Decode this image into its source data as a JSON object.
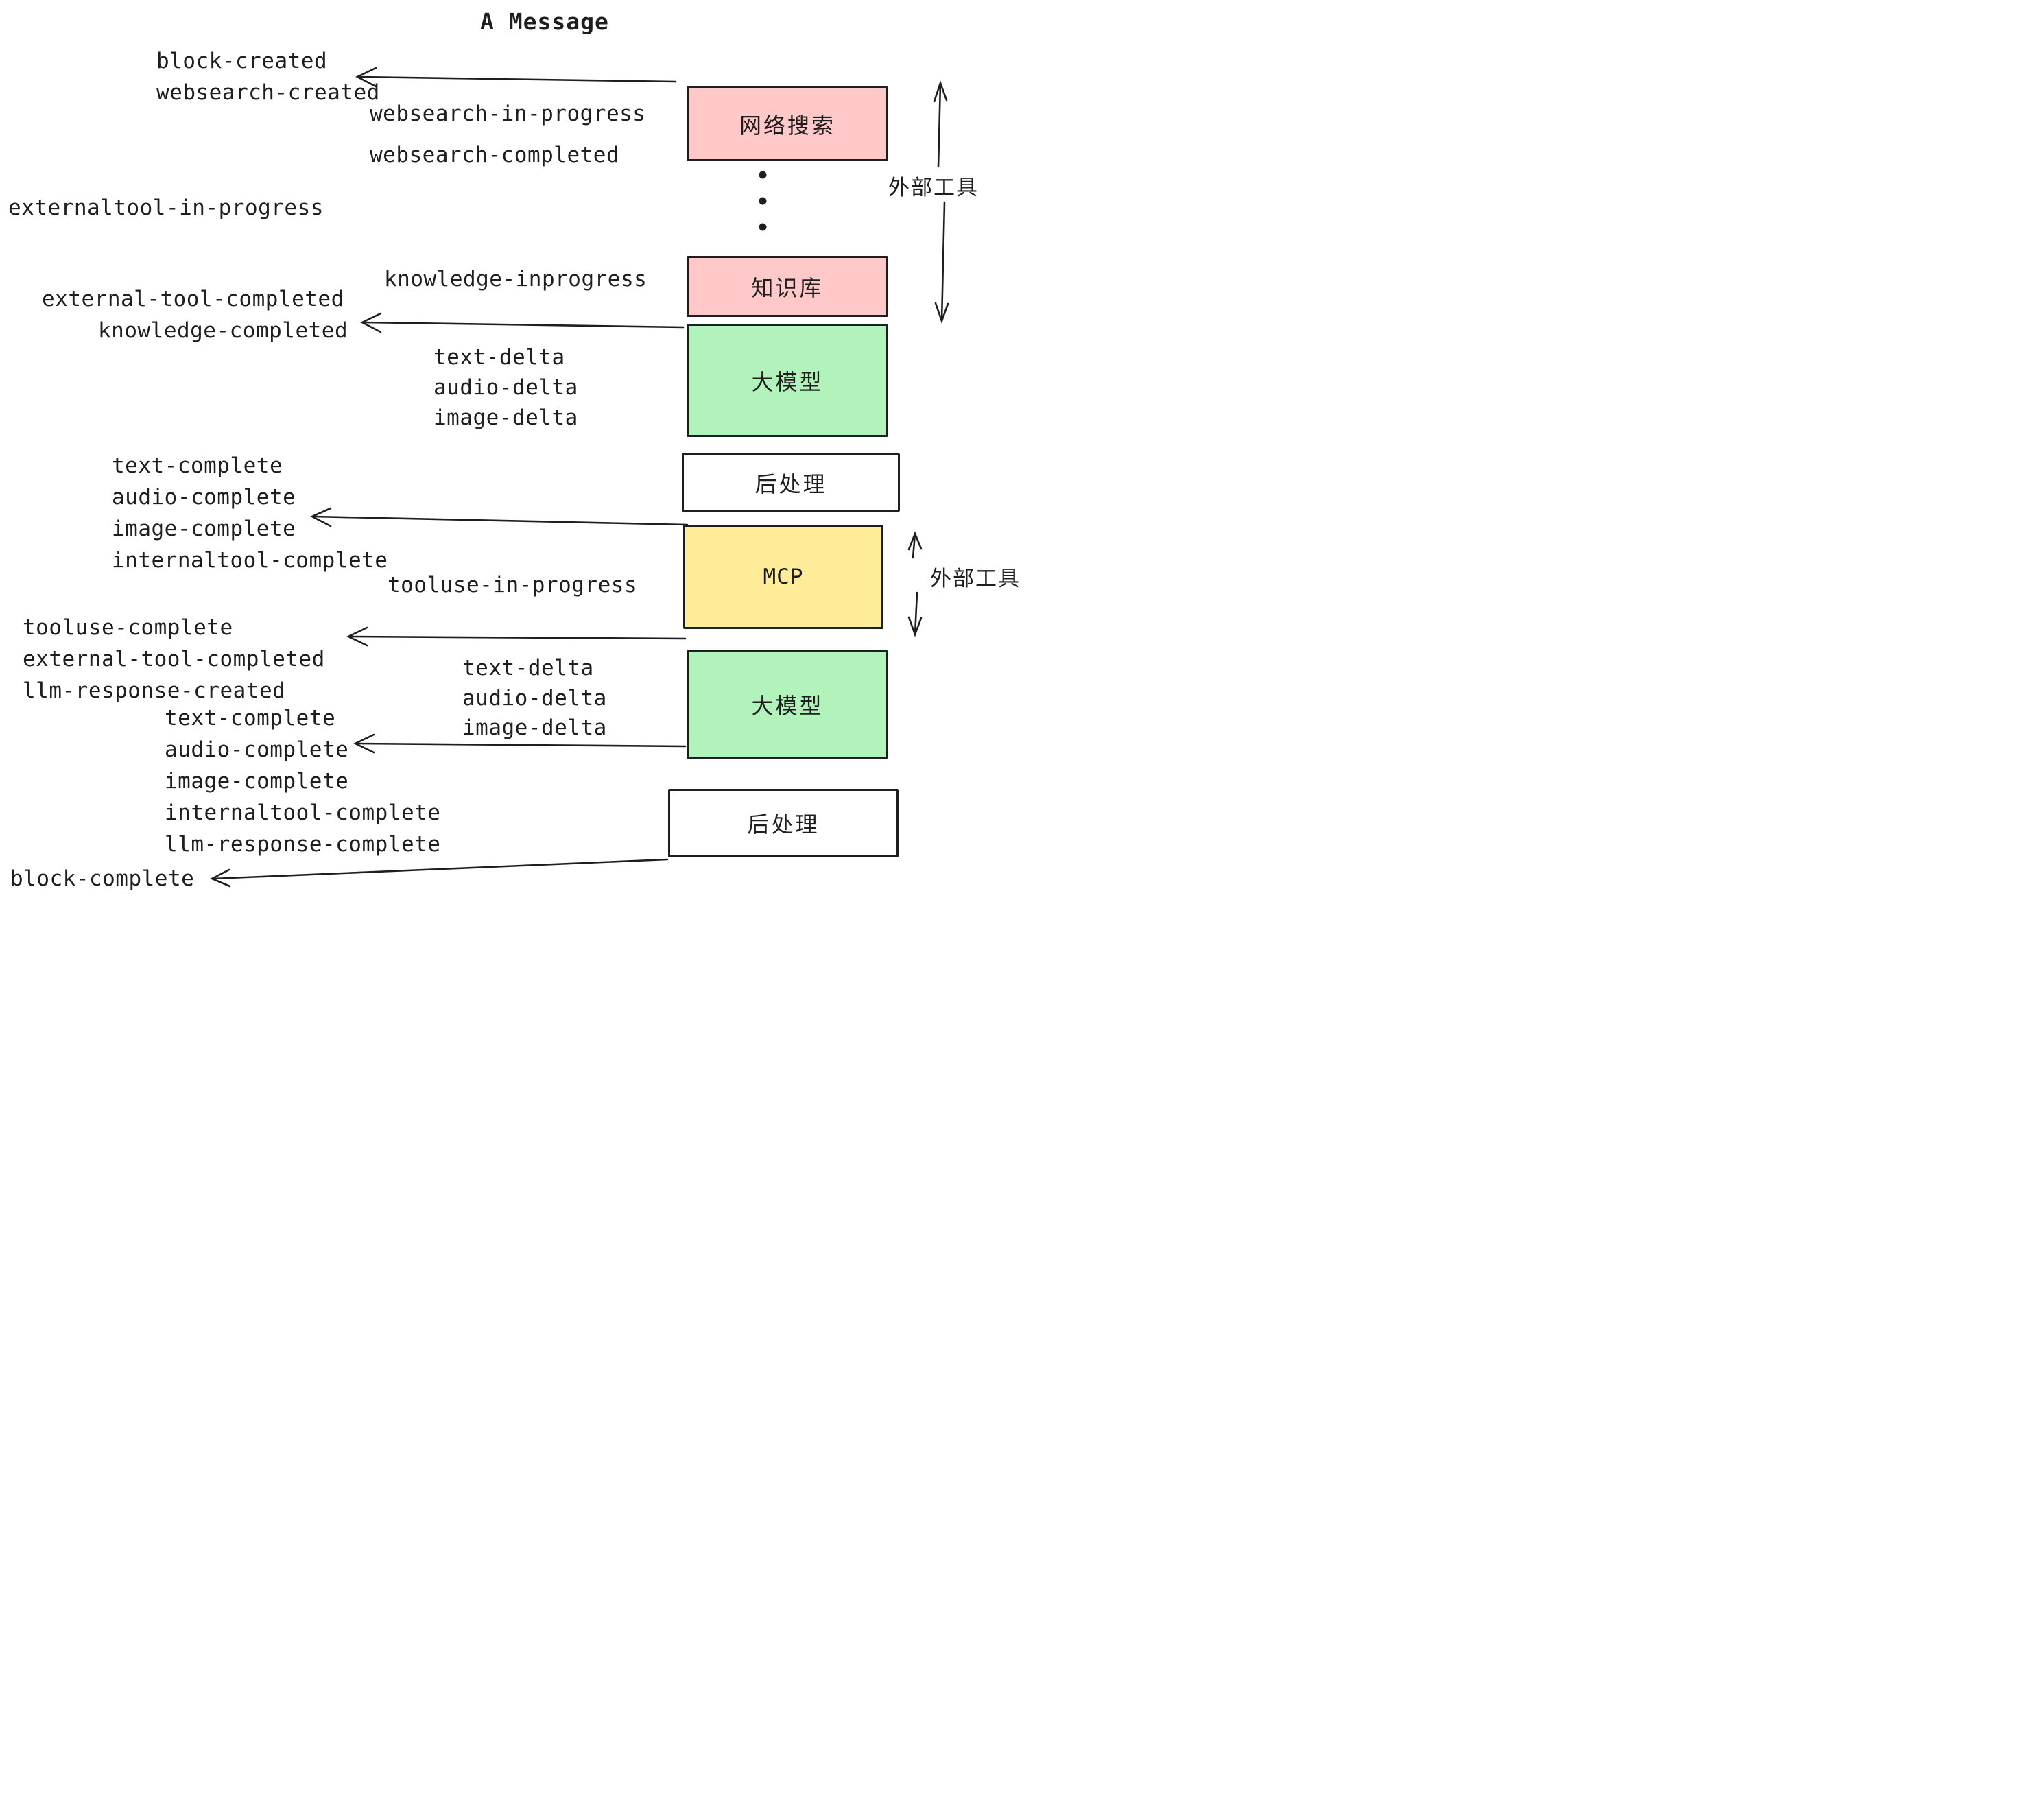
{
  "title": "A Message",
  "events": {
    "block_created": "block-created",
    "websearch_created": "websearch-created",
    "websearch_in_progress": "websearch-in-progress",
    "websearch_completed": "websearch-completed",
    "externaltool_in_progress": "externaltool-in-progress",
    "knowledge_inprogress": "knowledge-inprogress",
    "external_tool_completed": "external-tool-completed",
    "knowledge_completed": "knowledge-completed",
    "text_delta": "text-delta",
    "audio_delta": "audio-delta",
    "image_delta": "image-delta",
    "text_complete": "text-complete",
    "audio_complete": "audio-complete",
    "image_complete": "image-complete",
    "internaltool_complete": "internaltool-complete",
    "tooluse_in_progress": "tooluse-in-progress",
    "tooluse_complete": "tooluse-complete",
    "llm_response_created": "llm-response-created",
    "llm_response_complete": "llm-response-complete",
    "block_complete": "block-complete"
  },
  "boxes": {
    "websearch": {
      "label": "网络搜索",
      "fill": "#ffc9c9"
    },
    "knowledge": {
      "label": "知识库",
      "fill": "#ffc9c9"
    },
    "llm1": {
      "label": "大模型",
      "fill": "#b2f2bb"
    },
    "post1": {
      "label": "后处理",
      "fill": "#ffffff"
    },
    "mcp": {
      "label": "MCP",
      "fill": "#ffec99"
    },
    "llm2": {
      "label": "大模型",
      "fill": "#b2f2bb"
    },
    "post2": {
      "label": "后处理",
      "fill": "#ffffff"
    }
  },
  "annotations": {
    "external_tools_top": "外部工具",
    "external_tools_bottom": "外部工具"
  },
  "colors": {
    "ink": "#1e1e1e",
    "pink": "#ffc9c9",
    "green": "#b2f2bb",
    "yellow": "#ffec99",
    "white": "#ffffff"
  }
}
